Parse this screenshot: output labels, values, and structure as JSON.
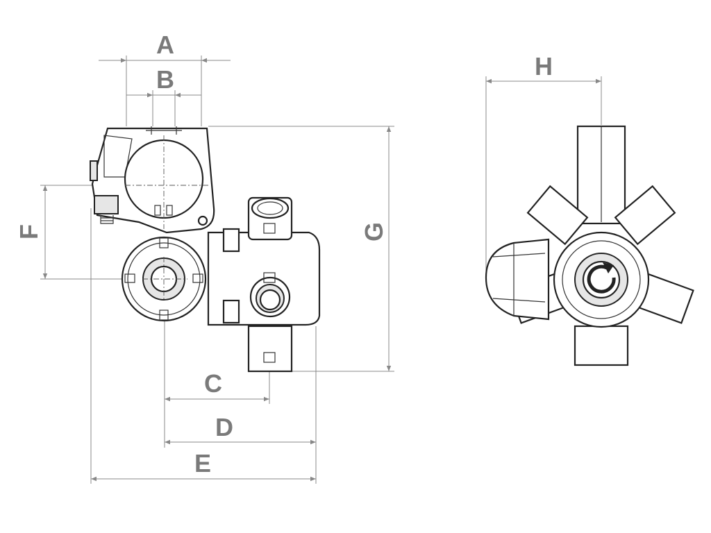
{
  "dimensions": {
    "A": "A",
    "B": "B",
    "C": "C",
    "D": "D",
    "E": "E",
    "F": "F",
    "G": "G",
    "H": "H"
  },
  "colors": {
    "label": "#7a7a7a",
    "line": "#888888",
    "outline": "#222222"
  }
}
